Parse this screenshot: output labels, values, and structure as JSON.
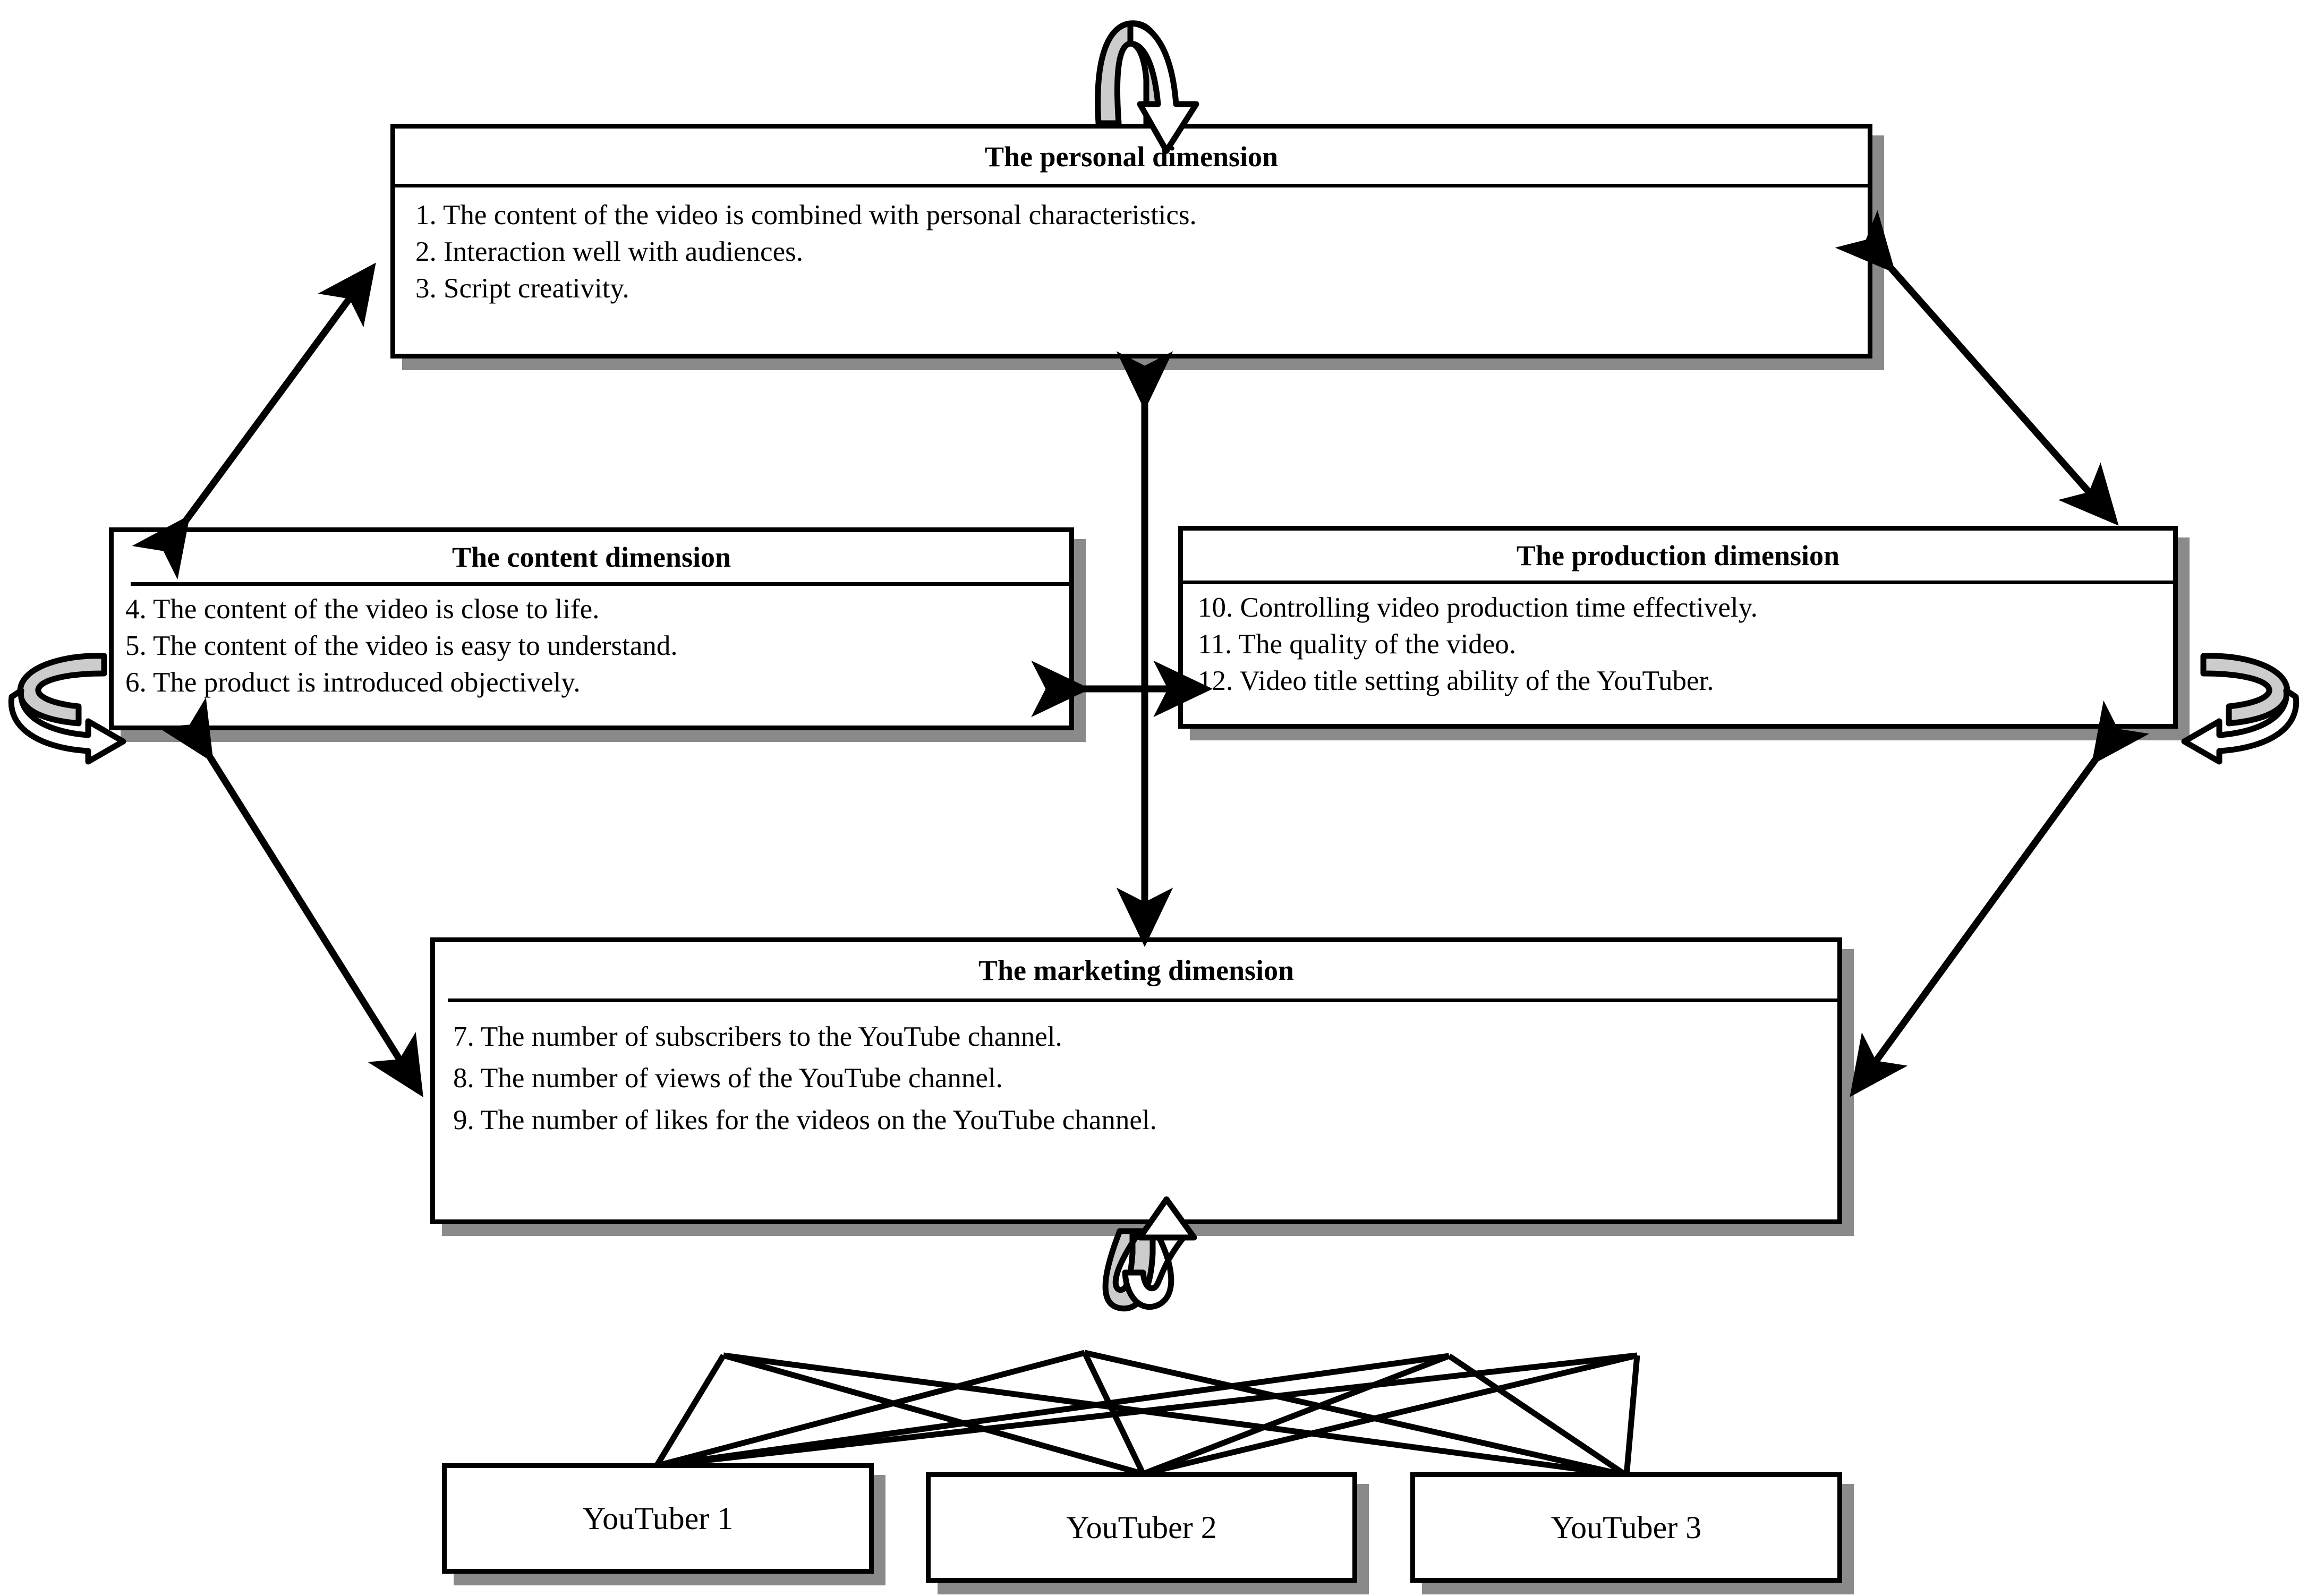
{
  "diagram": {
    "title": "Evaluation dimensions of YouTuber video performance",
    "colors": {
      "line": "#000000",
      "shadow": "#8a8a8a",
      "loop_fill": "#cccccc",
      "background": "#ffffff"
    },
    "cards": {
      "personal": {
        "title": "The personal dimension",
        "items": [
          "1. The content of the video is combined with personal characteristics.",
          "2. Interaction well with audiences.",
          "3. Script creativity."
        ]
      },
      "content": {
        "title": "The content dimension",
        "items": [
          "4. The content of the video is close to life.",
          "5. The content of the video is easy to understand.",
          "6. The product is introduced objectively."
        ]
      },
      "production": {
        "title": "The production dimension",
        "items": [
          "10. Controlling video production time effectively.",
          "11. The quality of the video.",
          "12. Video title setting ability of the YouTuber."
        ]
      },
      "marketing": {
        "title": "The marketing dimension",
        "items": [
          "7. The number of subscribers to the YouTube channel.",
          "8. The number of views of the YouTube channel.",
          "9. The number of likes for the videos on the YouTube channel."
        ]
      }
    },
    "youtubers": [
      {
        "label": "YouTuber 1"
      },
      {
        "label": "YouTuber 2"
      },
      {
        "label": "YouTuber 3"
      }
    ],
    "connectors": {
      "loop_top": "self-loop-arrow-top",
      "loop_left": "self-loop-arrow-left",
      "loop_right": "self-loop-arrow-right",
      "loop_bottom": "self-loop-arrow-bottom",
      "double_arrows": [
        "personal-content",
        "personal-production",
        "content-marketing",
        "production-marketing",
        "personal-marketing-vertical",
        "content-production-horizontal"
      ]
    }
  }
}
